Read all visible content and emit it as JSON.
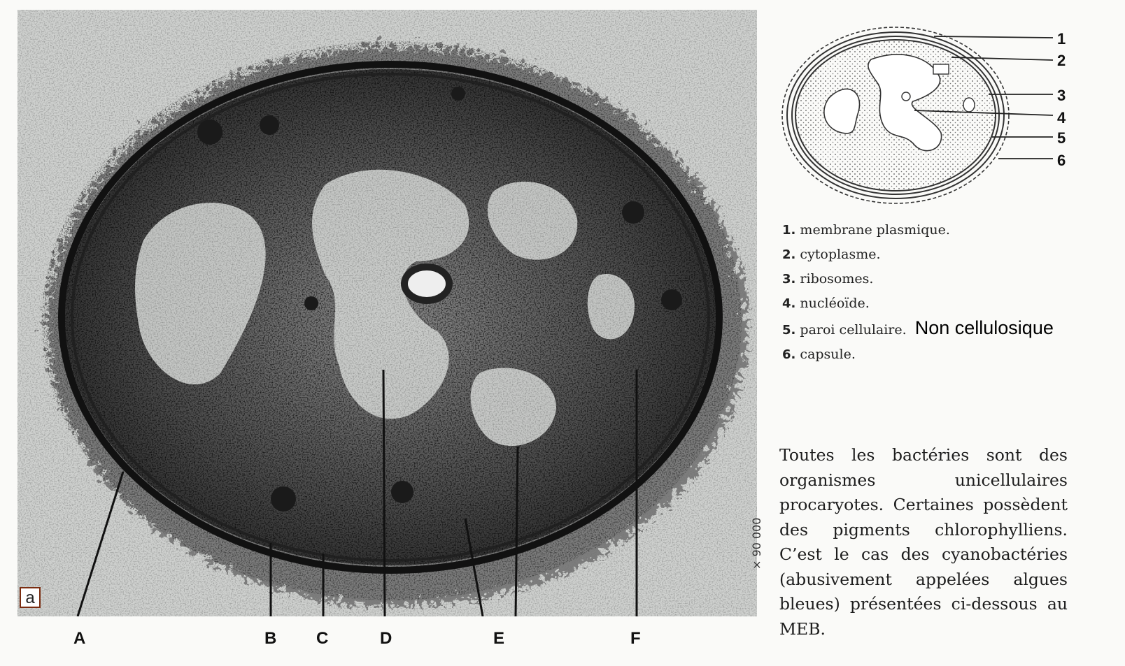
{
  "panel_tag": "a",
  "micrograph_labels": [
    "A",
    "B",
    "C",
    "D",
    "E",
    "F"
  ],
  "schema_numbers": [
    "1",
    "2",
    "3",
    "4",
    "5",
    "6"
  ],
  "legend": [
    {
      "num": "1.",
      "text": "membrane plasmique."
    },
    {
      "num": "2.",
      "text": "cytoplasme."
    },
    {
      "num": "3.",
      "text": "ribosomes."
    },
    {
      "num": "4.",
      "text": "nucléoïde."
    },
    {
      "num": "5.",
      "text": "paroi cellulaire.",
      "note": "Non cellulosique"
    },
    {
      "num": "6.",
      "text": "capsule."
    }
  ],
  "paragraph": "Toutes les bactéries sont des organismes unicellulaires procaryotes. Certaines possèdent des pigments chlorophylliens. C’est le cas des cyanobactéries (abusivement appelées algues bleues) présentées ci-dessous au MEB.",
  "magnification": "× 90 000"
}
